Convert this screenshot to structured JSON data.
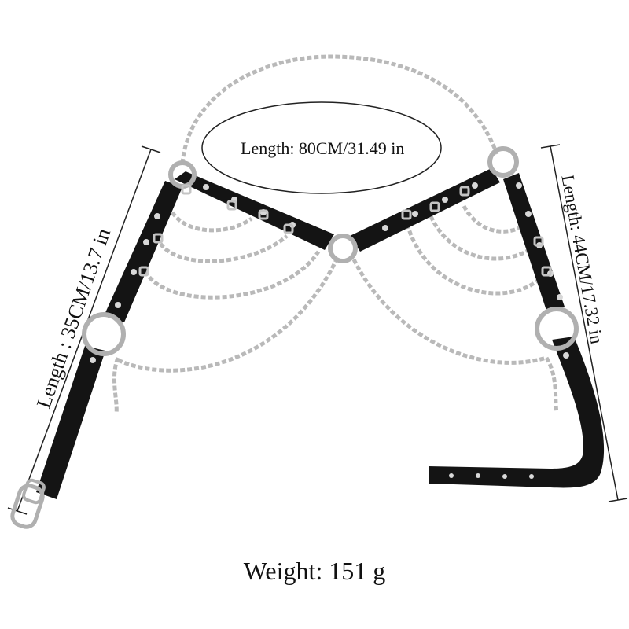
{
  "measurements": {
    "neck_chain": "Length: 80CM/31.49 in",
    "left_strap": "Length : 35CM/13.7 in",
    "right_strap": "Length: 44CM/17.32 in"
  },
  "weight": "Weight: 151 g",
  "colors": {
    "leather": "#141414",
    "metal": "#b9b9b9",
    "rivet": "#d8d8d8",
    "guide_line": "#222222"
  }
}
